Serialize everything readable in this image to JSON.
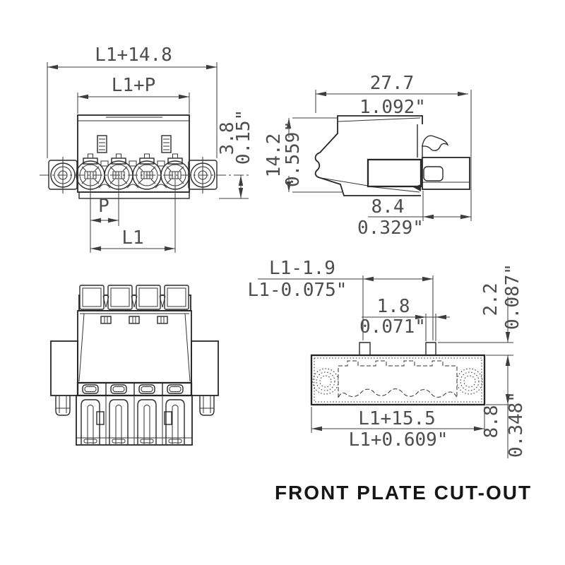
{
  "drawing": {
    "caption": "FRONT PLATE CUT-OUT",
    "colors": {
      "line": "#262626",
      "dim_text": "#4d4d4d",
      "background": "#ffffff"
    },
    "views": {
      "plug_front": {
        "title": "plug front view",
        "dims": {
          "total_width_mm": "L1+14.8",
          "housing_width": "L1+P",
          "height_mm": "3.8",
          "height_in": "0.15\"",
          "pitch": "P",
          "length": "L1"
        }
      },
      "plug_side": {
        "title": "plug side view",
        "dims": {
          "depth_mm": "27.7",
          "depth_in": "1.092\"",
          "height_mm": "14.2",
          "height_in": "0.559\"",
          "plug_depth_mm": "8.4",
          "plug_depth_in": "0.329\""
        }
      },
      "plug_rear": {
        "title": "plug rear view",
        "dims": {}
      },
      "front_plate_cutout": {
        "title": "front plate cut-out",
        "dims": {
          "slot_span_mm": "L1-1.9",
          "slot_span_in": "L1-0.075\"",
          "slot_width_mm": "1.8",
          "slot_width_in": "0.071\"",
          "slot_height_mm": "2.2",
          "slot_height_in": "0.087\"",
          "cutout_width_mm": "L1+15.5",
          "cutout_width_in": "L1+0.609\"",
          "cutout_height_mm": "8.8",
          "cutout_height_in": "0.348\""
        }
      }
    }
  }
}
